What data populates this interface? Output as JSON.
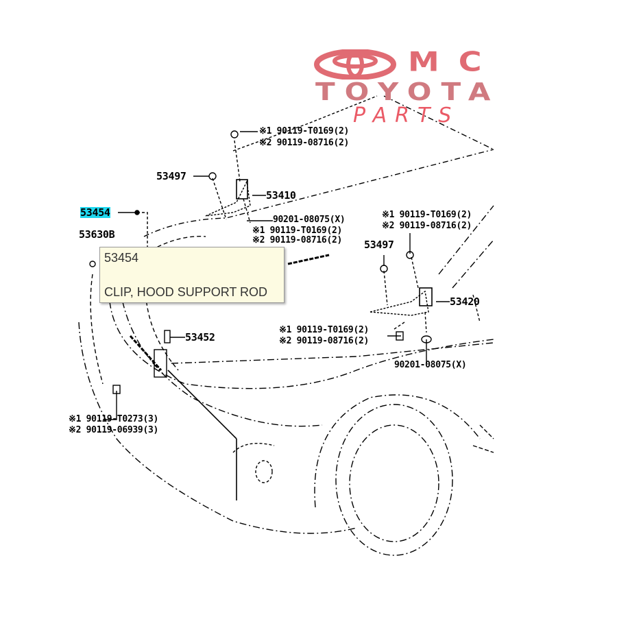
{
  "logo": {
    "omc": "MC",
    "toyota": "TOYOTA",
    "parts": "PARTS",
    "color": "#e06b73"
  },
  "labels": {
    "bolt_top_1": "※1 90119-T0169(2)",
    "bolt_top_2": "※2 90119-08716(2)",
    "part_53497_left": "53497",
    "part_53410": "53410",
    "part_53454": "53454",
    "part_53630b": "53630B",
    "nut_left": "90201-08075(X)",
    "bolt_mid_left_1": "※1 90119-T0169(2)",
    "bolt_mid_left_2": "※2 90119-08716(2)",
    "bolt_right_top_1": "※1 90119-T0169(2)",
    "bolt_right_top_2": "※2 90119-08716(2)",
    "part_53497_right": "53497",
    "part_53420": "53420",
    "part_53452": "53452",
    "bolt_right_low_1": "※1 90119-T0169(2)",
    "bolt_right_low_2": "※2 90119-08716(2)",
    "nut_right": "90201-08075(X)",
    "bolt_bottom_1": "※1 90119-T0273(3)",
    "bolt_bottom_2": "※2 90119-06939(3)"
  },
  "tooltip": {
    "part_no": "53454",
    "description": "CLIP, HOOD SUPPORT ROD"
  },
  "highlight_color": "#1fd8ef"
}
